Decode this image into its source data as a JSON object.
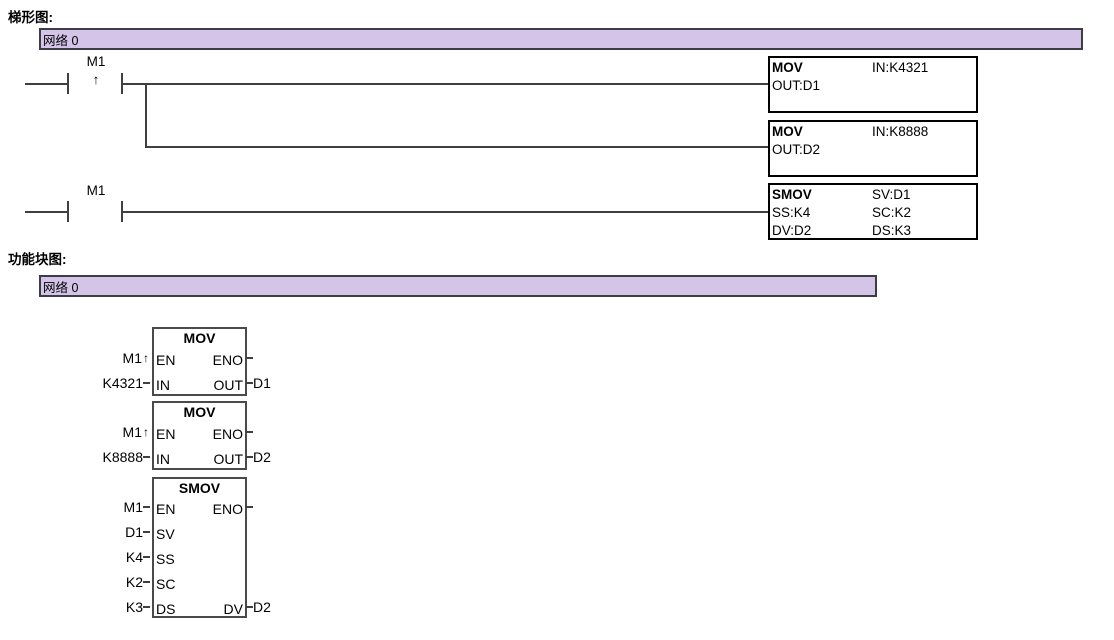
{
  "ladder": {
    "title": "梯形图:",
    "network": "网络 0",
    "rung1": {
      "contact": "M1",
      "edge_symbol": "↑",
      "mov1": {
        "op": "MOV",
        "in": "IN:K4321",
        "out": "OUT:D1"
      },
      "mov2": {
        "op": "MOV",
        "in": "IN:K8888",
        "out": "OUT:D2"
      }
    },
    "rung2": {
      "contact": "M1",
      "smov": {
        "op": "SMOV",
        "sv": "SV:D1",
        "ss": "SS:K4",
        "sc": "SC:K2",
        "dv": "DV:D2",
        "ds": "DS:K3"
      }
    }
  },
  "fbd": {
    "title": "功能块图:",
    "network": "网络 0",
    "mov1": {
      "title": "MOV",
      "en_pin": "EN",
      "eno_pin": "ENO",
      "in_pin": "IN",
      "out_pin": "OUT",
      "en_operand": "M1",
      "en_edge": "↑",
      "in_operand": "K4321",
      "out_operand": "D1"
    },
    "mov2": {
      "title": "MOV",
      "en_pin": "EN",
      "eno_pin": "ENO",
      "in_pin": "IN",
      "out_pin": "OUT",
      "en_operand": "M1",
      "en_edge": "↑",
      "in_operand": "K8888",
      "out_operand": "D2"
    },
    "smov": {
      "title": "SMOV",
      "en_pin": "EN",
      "eno_pin": "ENO",
      "sv_pin": "SV",
      "ss_pin": "SS",
      "sc_pin": "SC",
      "ds_pin": "DS",
      "dv_pin": "DV",
      "en_operand": "M1",
      "sv_operand": "D1",
      "ss_operand": "K4",
      "sc_operand": "K2",
      "ds_operand": "K3",
      "dv_operand": "D2"
    }
  },
  "colors": {
    "network_fill": "#d4c5e8",
    "network_border": "#3d3d46",
    "wire": "#3f3f3f",
    "box_border": "#000000",
    "fbd_border": "#4a4a4a"
  }
}
